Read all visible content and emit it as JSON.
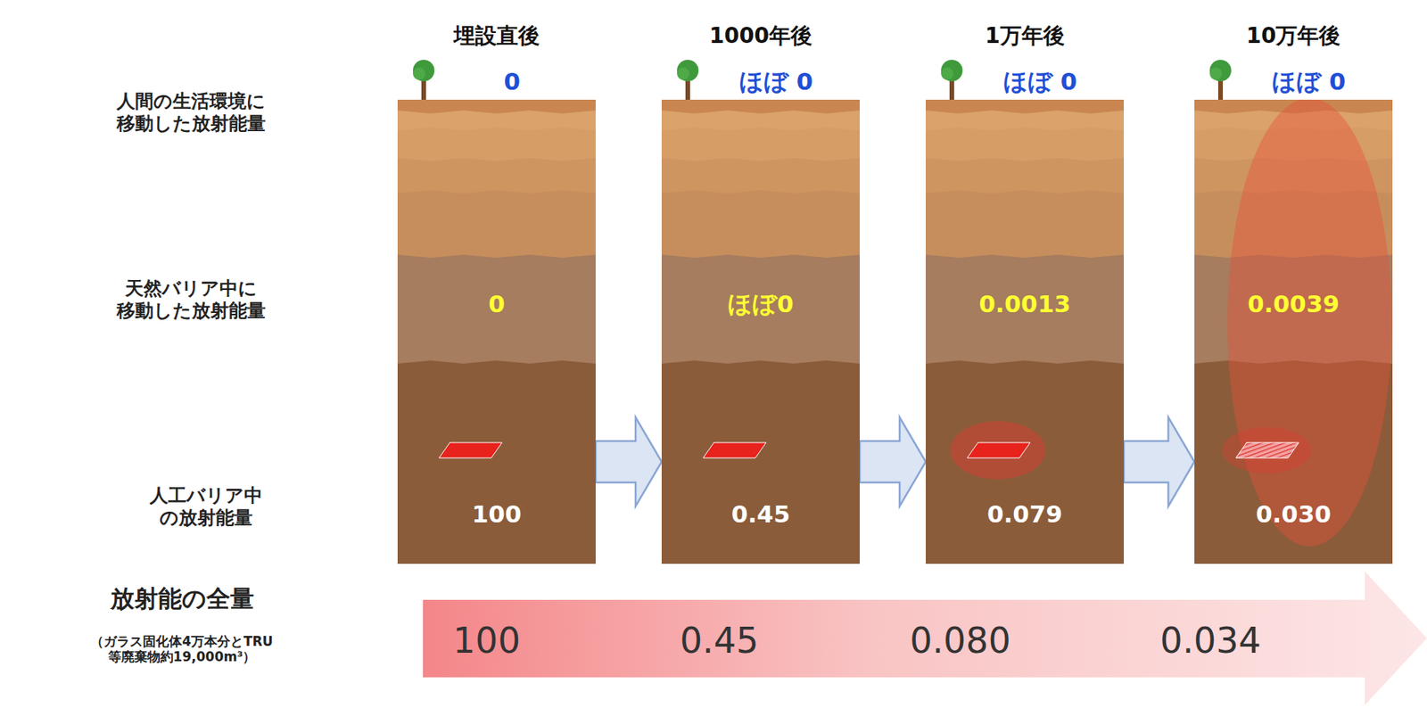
{
  "diagram": {
    "nodes": [
      {
        "text": [
          "埋設直後",
          "0",
          "0",
          "100"
        ]
      },
      {
        "text": [
          "1000年後",
          "ほぼ 0",
          "ほぼ0",
          "0.45"
        ]
      },
      {
        "text": [
          "1万年後",
          "ほぼ 0",
          "0.0013",
          "0.079"
        ]
      },
      {
        "text": [
          "10万年後",
          "ほぼ 0",
          "0.0039",
          "0.030"
        ]
      },
      {
        "text": [
          "100",
          "0.45",
          "0.080",
          "0.034"
        ]
      }
    ],
    "edges": [
      {
        "from": 0,
        "to": 1,
        "arrow": "to"
      },
      {
        "from": 1,
        "to": 2,
        "arrow": "to"
      },
      {
        "from": 2,
        "to": 3,
        "arrow": "to"
      }
    ],
    "labels": [
      "人間の生活環境に 移動した放射能量",
      "天然バリア中に 移動した放射能量",
      "人工バリア中 の放射能量",
      "放射能の全量",
      "（ガラス固化体4万本分とTRU 等廃棄物約19,000m³）"
    ]
  }
}
